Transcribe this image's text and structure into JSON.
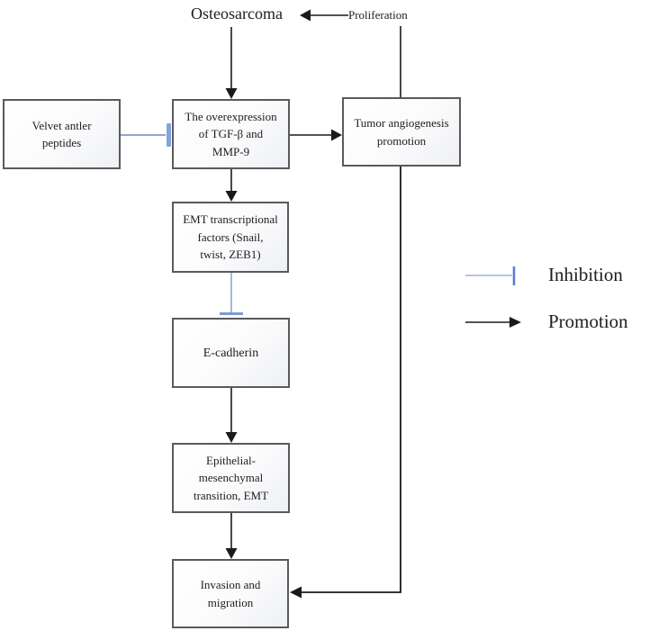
{
  "nodes": {
    "osteosarcoma": {
      "label": "Osteosarcoma"
    },
    "proliferation": {
      "label": "Proliferation"
    },
    "velvet_antler_peptides": {
      "lines": [
        "Velvet antler",
        "peptides"
      ]
    },
    "tgf_mmp_overexpression": {
      "lines": [
        "The overexpression",
        "of TGF-β  and",
        "MMP-9"
      ]
    },
    "tumor_angiogenesis": {
      "lines": [
        "Tumor angiogenesis",
        "promotion"
      ]
    },
    "emt_transcription_factors": {
      "lines": [
        "EMT transcriptional",
        "factors (Snail,",
        "twist, ZEB1)"
      ]
    },
    "e_cadherin": {
      "lines": [
        "E-cadherin"
      ]
    },
    "emt_transition": {
      "lines": [
        "Epithelial-",
        "mesenchymal",
        "transition, EMT"
      ]
    },
    "invasion_migration": {
      "lines": [
        "Invasion and",
        "migration"
      ]
    }
  },
  "legend": {
    "inhibition": "Inhibition",
    "promotion": "Promotion"
  },
  "edges": [
    {
      "from": "osteosarcoma",
      "to": "tgf_mmp_overexpression",
      "type": "promotion"
    },
    {
      "from": "proliferation",
      "to": "osteosarcoma",
      "type": "promotion"
    },
    {
      "from": "velvet_antler_peptides",
      "to": "tgf_mmp_overexpression",
      "type": "inhibition"
    },
    {
      "from": "tgf_mmp_overexpression",
      "to": "tumor_angiogenesis",
      "type": "promotion"
    },
    {
      "from": "tumor_angiogenesis",
      "to": "proliferation",
      "type": "connector"
    },
    {
      "from": "tgf_mmp_overexpression",
      "to": "emt_transcription_factors",
      "type": "promotion"
    },
    {
      "from": "emt_transcription_factors",
      "to": "e_cadherin",
      "type": "inhibition"
    },
    {
      "from": "e_cadherin",
      "to": "emt_transition",
      "type": "promotion"
    },
    {
      "from": "emt_transition",
      "to": "invasion_migration",
      "type": "promotion"
    },
    {
      "from": "tumor_angiogenesis",
      "to": "invasion_migration",
      "type": "promotion"
    }
  ],
  "colors": {
    "promotion_black": "#1a1a1a",
    "inhibition_line_blue": "#6d88bd",
    "inhibition_bar_blue": "#82a4dd",
    "legend_inhibition_line": "#9fb2d6",
    "legend_inhibition_bar": "#5b7fd0",
    "box_border_gray": "#5a5a5a"
  }
}
